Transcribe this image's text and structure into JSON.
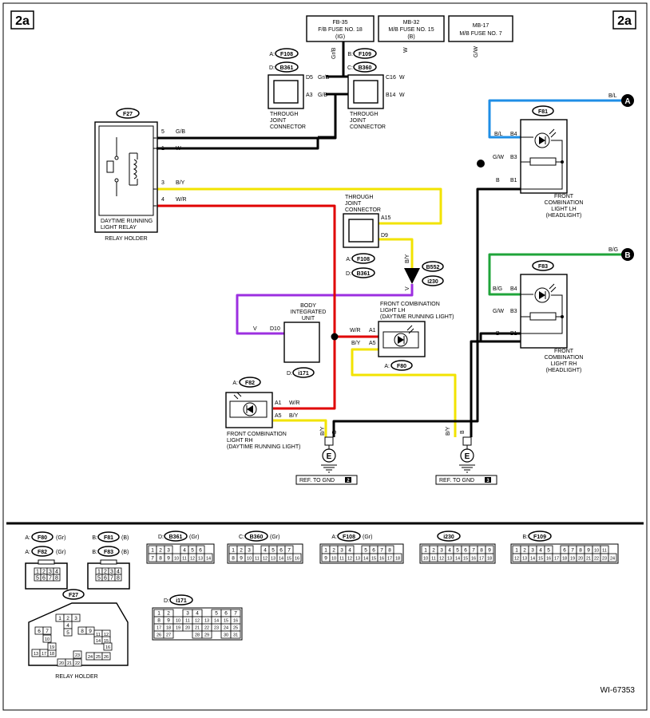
{
  "page_label": "2a",
  "fuses": [
    {
      "id": "FB-35",
      "name": "F/B FUSE NO. 18",
      "sub": "(IG)",
      "wire": "Gr/B"
    },
    {
      "id": "MB-32",
      "name": "M/B FUSE NO. 15",
      "sub": "(B)",
      "wire": "W"
    },
    {
      "id": "MB-17",
      "name": "M/B FUSE NO. 7",
      "sub": "",
      "wire": "G/W"
    }
  ],
  "joint1": {
    "a": "F108",
    "d": "B361",
    "p1": "D5",
    "w1": "Gr/B",
    "p2": "A3",
    "w2": "G/B",
    "label": [
      "THROUGH",
      "JOINT",
      "CONNECTOR"
    ]
  },
  "joint2": {
    "b": "F109",
    "c": "B360",
    "p1": "C16",
    "w1": "W",
    "p2": "B14",
    "w2": "W",
    "label": [
      "THROUGH",
      "JOINT",
      "CONNECTOR"
    ]
  },
  "relay": {
    "ref": "F27",
    "pins": [
      {
        "n": "5",
        "w": "G/B"
      },
      {
        "n": "1",
        "w": "W"
      },
      {
        "n": "3",
        "w": "B/Y"
      },
      {
        "n": "4",
        "w": "W/R"
      }
    ],
    "label": [
      "DAYTIME RUNNING",
      "LIGHT RELAY"
    ],
    "holder": "RELAY HOLDER"
  },
  "joint3": {
    "label": [
      "THROUGH",
      "JOINT",
      "CONNECTOR"
    ],
    "p1": "A15",
    "p2": "D9",
    "a": "F108",
    "d": "B361",
    "wire": "B/Y"
  },
  "splice": {
    "a": "B552",
    "b": "i230",
    "wire": "V"
  },
  "biu": {
    "label": [
      "BODY",
      "INTEGRATED",
      "UNIT"
    ],
    "pin": "D10",
    "wire": "V",
    "ref_prefix": "D:",
    "ref": "i171"
  },
  "lh_drl": {
    "label": [
      "FRONT COMBINATION",
      "LIGHT LH",
      "(DAYTIME RUNNING LIGHT)"
    ],
    "p1": "A1",
    "w1": "W/R",
    "p2": "A5",
    "w2": "B/Y",
    "ref": "F80"
  },
  "rh_drl": {
    "label": [
      "FRONT COMBINATION",
      "LIGHT RH",
      "(DAYTIME RUNNING LIGHT)"
    ],
    "p1": "A1",
    "w1": "W/R",
    "p2": "A5",
    "w2": "B/Y",
    "ref": "F82"
  },
  "lh_head": {
    "ref": "F81",
    "pins": [
      {
        "n": "B4",
        "w": "B/L"
      },
      {
        "n": "B3",
        "w": "G/W"
      },
      {
        "n": "B1",
        "w": "B"
      }
    ],
    "label": [
      "FRONT",
      "COMBINATION",
      "LIGHT LH",
      "(HEADLIGHT)"
    ],
    "in_wire": "B/L",
    "conn": "A"
  },
  "rh_head": {
    "ref": "F83",
    "pins": [
      {
        "n": "B4",
        "w": "B/G"
      },
      {
        "n": "B3",
        "w": "G/W"
      },
      {
        "n": "B1",
        "w": "B"
      }
    ],
    "label": [
      "FRONT",
      "COMBINATION",
      "LIGHT RH",
      "(HEADLIGHT)"
    ],
    "in_wire": "B/G",
    "conn": "B"
  },
  "grounds": [
    {
      "w1": "B/Y",
      "w2": "B",
      "ref": "REF. TO GND",
      "num": "2"
    },
    {
      "w1": "B/Y",
      "w2": "B",
      "ref": "REF. TO GND",
      "num": "3"
    }
  ],
  "connectors": {
    "f80": {
      "prefix": "A:",
      "ref": "F80",
      "color": "(Gr)"
    },
    "f82": {
      "prefix": "A:",
      "ref": "F82",
      "color": "(Gr)"
    },
    "f81": {
      "prefix": "B:",
      "ref": "F81",
      "color": "(B)"
    },
    "f83": {
      "prefix": "B:",
      "ref": "F83",
      "color": "(B)"
    },
    "b361": {
      "prefix": "D:",
      "ref": "B361",
      "color": "(Gr)",
      "rows": [
        [
          "1",
          "2",
          "3",
          "",
          "4",
          "5",
          "6"
        ],
        [
          "7",
          "8",
          "9",
          "10",
          "11",
          "12",
          "13",
          "14"
        ]
      ]
    },
    "b360": {
      "prefix": "C:",
      "ref": "B360",
      "color": "(Gr)",
      "rows": [
        [
          "1",
          "2",
          "3",
          "",
          "4",
          "5",
          "6",
          "7"
        ],
        [
          "8",
          "9",
          "10",
          "11",
          "12",
          "13",
          "14",
          "15",
          "16"
        ]
      ]
    },
    "f108": {
      "prefix": "A:",
      "ref": "F108",
      "color": "(Gr)",
      "rows": [
        [
          "1",
          "2",
          "3",
          "4",
          "",
          "5",
          "6",
          "7",
          "8"
        ],
        [
          "9",
          "10",
          "11",
          "12",
          "13",
          "14",
          "15",
          "16",
          "17",
          "18"
        ]
      ]
    },
    "i230": {
      "prefix": "",
      "ref": "i230",
      "color": "",
      "rows": [
        [
          "1",
          "2",
          "3",
          "4",
          "5",
          "6",
          "7",
          "8",
          "9"
        ],
        [
          "10",
          "11",
          "12",
          "13",
          "14",
          "15",
          "16",
          "17",
          "18"
        ]
      ]
    },
    "f109": {
      "prefix": "B:",
      "ref": "F109",
      "color": "",
      "rows": [
        [
          "1",
          "2",
          "3",
          "4",
          "5",
          "",
          "6",
          "7",
          "8",
          "9",
          "10",
          "11"
        ],
        [
          "12",
          "13",
          "14",
          "15",
          "16",
          "17",
          "18",
          "19",
          "20",
          "21",
          "22",
          "23",
          "24"
        ]
      ]
    },
    "i171": {
      "prefix": "D:",
      "ref": "i171",
      "color": "",
      "rows": [
        [
          "1",
          "2",
          "",
          "3",
          "4",
          "",
          "5",
          "6",
          "7"
        ],
        [
          "8",
          "9",
          "10",
          "11",
          "12",
          "13",
          "14",
          "15",
          "16"
        ],
        [
          "17",
          "18",
          "19",
          "20",
          "21",
          "22",
          "23",
          "24",
          "25"
        ],
        [
          "26",
          "27",
          "",
          "",
          "28",
          "29",
          "",
          "30",
          "31"
        ]
      ]
    },
    "f27": {
      "ref": "F27",
      "cells": [
        "1",
        "2",
        "3",
        "4",
        "5",
        "6",
        "7",
        "8",
        "9",
        "10",
        "11",
        "12",
        "13",
        "14",
        "15",
        "16",
        "17",
        "18",
        "19",
        "20",
        "21",
        "22",
        "23",
        "24",
        "25",
        "26"
      ],
      "label": "RELAY HOLDER"
    },
    "small_pins": [
      "1",
      "2",
      "3",
      "4",
      "5",
      "6",
      "7",
      "8"
    ]
  },
  "doc_id": "WI-67353"
}
